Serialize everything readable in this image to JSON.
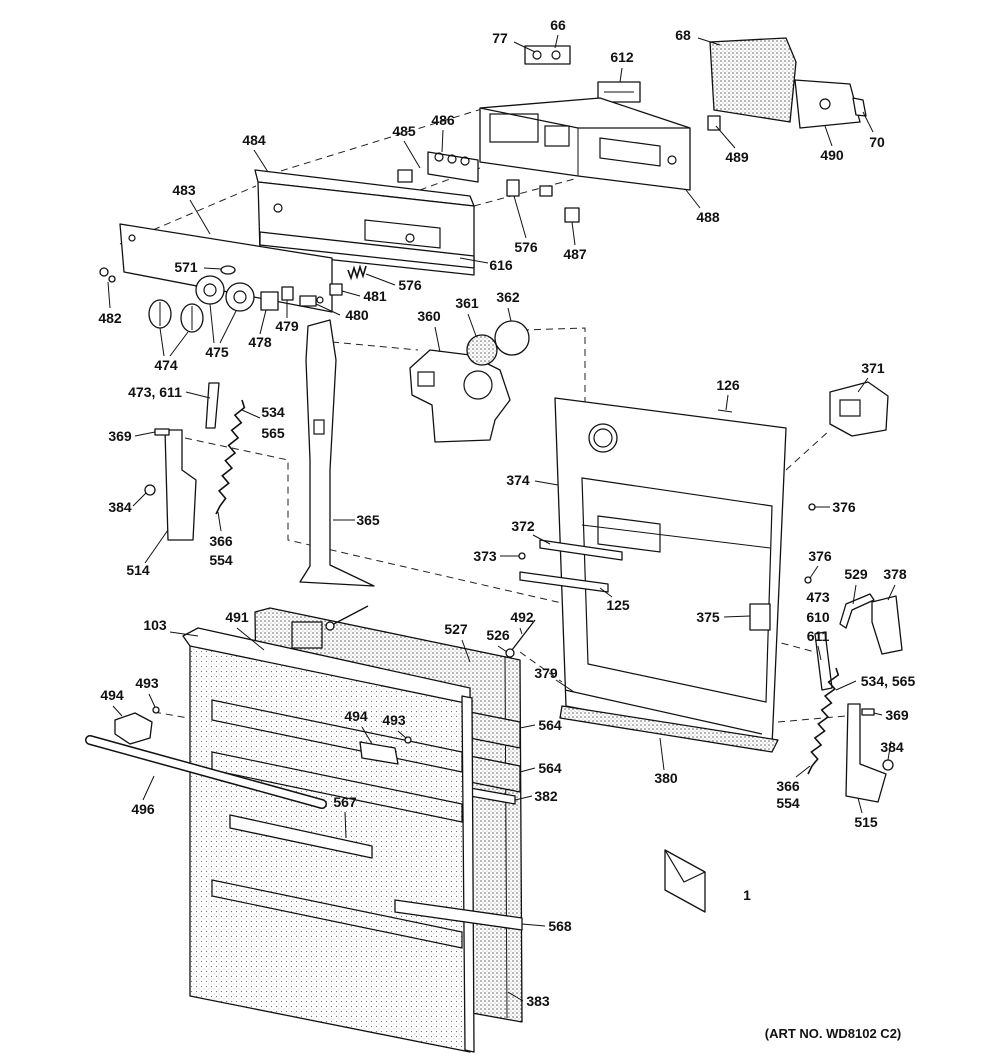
{
  "diagram": {
    "callouts": [
      "77",
      "66",
      "612",
      "68",
      "486",
      "485",
      "484",
      "489",
      "490",
      "70",
      "483",
      "488",
      "576",
      "487",
      "616",
      "571",
      "576",
      "481",
      "480",
      "482",
      "479",
      "478",
      "475",
      "474",
      "360",
      "361",
      "362",
      "371",
      "126",
      "473, 611",
      "534",
      "565",
      "369",
      "374",
      "376",
      "384",
      "365",
      "372",
      "373",
      "366",
      "554",
      "376",
      "514",
      "529",
      "378",
      "473",
      "125",
      "610",
      "611",
      "375",
      "491",
      "103",
      "527",
      "492",
      "526",
      "534, 565",
      "379",
      "494",
      "493",
      "369",
      "494",
      "493",
      "564",
      "384",
      "564",
      "380",
      "366",
      "554",
      "382",
      "496",
      "567",
      "515",
      "1",
      "568",
      "383"
    ],
    "art_number": "(ART NO. WD8102 C2)"
  }
}
